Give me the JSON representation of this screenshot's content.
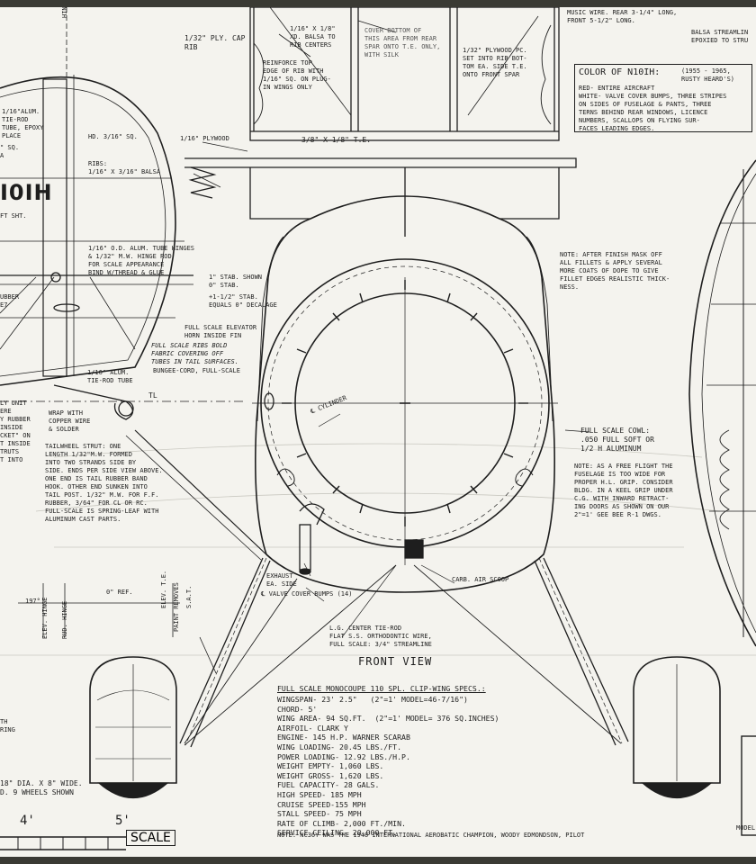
{
  "top_notes": {
    "ply_cap": "1/32\" PLY. CAP\nRIB",
    "rib_balsa": "1/16\" X 1/8\"\nXD. BALSA TO\nRIB CENTERS",
    "reinforce": "REINFORCE TOP\nEDGE OF RIB WITH\n1/16\" SQ. ON PLUG-\nIN WINGS ONLY",
    "cover_bottom": "COVER BOTTOM OF\nTHIS AREA FROM REAR\nSPAR ONTO T.E. ONLY,\nWITH SILK",
    "plywood_pc": "1/32\" PLYWOOD PC.\nSET INTO RIB BOT-\nTOM EA. SIDE T.E.\nONTO FRONT SPAR",
    "te": "3/8\" X 1/8\" T.E.",
    "music_wire": "MUSIC WIRE. REAR 3-1/4\" LONG,\nFRONT 5-1/2\" LONG.",
    "balsa_stream": "BALSA STREAMLIN\nEPOXIED TO STRU"
  },
  "color_box": {
    "heading": "COLOR OF N10IH:",
    "years": "(1955 - 1965,\nRUSTY HEARD'S)",
    "body": "RED- ENTIRE AIRCRAFT\nWHITE- VALVE COVER BUMPS, THREE STRIPES\nON SIDES OF FUSELAGE & PANTS, THREE\nTERNS BEHIND REAR WINDOWS, LICENCE\nNUMBERS, SCALLOPS ON FLYING SUR-\nFACES LEADING EDGES."
  },
  "left_notes": {
    "hinge": "HINGE",
    "alum_tube": "1/16\"ALUM.\nTIE-ROD\nTUBE, EPOXY\nPLACE",
    "sq": "\" SQ.\nA",
    "hd": "HD. 3/16\" SQ.",
    "plywood": "1/16\" PLYWOOD",
    "ribs": "RIBS:\n1/16\" X 3/16\" BALSA",
    "reg": "I0IH",
    "ft_sht": "FT SHT.",
    "hinges": "1/16\" O.D. ALUM. TUBE HINGES\n& 1/32\" M.W. HINGE ROD\nFOR SCALE APPEARANCE\nBIND W/THREAD & GLUE",
    "stab1": "1\" STAB. SHOWN\n0\" STAB.",
    "stab2": "+1-1/2\" STAB.\nEQUALS 0\" DECALAGE",
    "rubber": "UBBER\nE7",
    "elev_horn": "FULL SCALE ELEVATOR\nHORN INSIDE FIN",
    "ribs_bold": "FULL SCALE RIBS BOLD\nFABRIC COVERING OFF\nTUBES IN TAIL SURFACES.",
    "bungee": "BUNGEE-CORD, FULL-SCALE",
    "tie_rod_tube": "1/16\" ALUM.\nTIE-ROD TUBE",
    "tl": "TL",
    "unit": "LY UNIT\nERE\nY RUBBER\nINSIDE\nCKET\" ON\nT INSIDE\nTRUTS\nT INTO",
    "wrap": "WRAP WITH\nCOPPER WIRE\n& SOLDER",
    "tailwheel": "TAILWHEEL STRUT: ONE\nLENGTH 1/32\"M.W. FORMED\nINTO TWO STRANDS SIDE BY\nSIDE. ENDS PER SIDE VIEW ABOVE.\nONE END IS TAIL RUBBER BAND\nHOOK. OTHER END SUNKEN INTO\nTAIL POST. 1/32\" M.W. FOR F.F.\nRUBBER, 3/64\" FOR CL OR RC.\nFULL-SCALE IS SPRING-LEAF WITH\nALUMINUM CAST PARTS.",
    "ref": "0\" REF.",
    "ref_num": "197°",
    "elev_hinge": "ELEV. HINGE",
    "rud_hinge": "RUD. HINGE",
    "elev_te": "ELEV. T.E.",
    "paint": "PAINT REMOVES",
    "sat": "S.A.T.",
    "th": "TH\nRING",
    "wheels": "18\" DIA. X 8\" WIDE.\nD. 9 WHEELS SHOWN",
    "scale_4": "4'",
    "scale_5": "5'",
    "scale_label": "SCALE"
  },
  "right_notes": {
    "fillet": "NOTE: AFTER FINISH MASK OFF\nALL FILLETS & APPLY SEVERAL\nMORE COATS OF DOPE TO GIVE\nFILLET EDGES REALISTIC THICK-\nNESS.",
    "cowl": "FULL SCALE COWL:\n.050 FULL SOFT OR\n1/2 H ALUMINUM",
    "free_flight": "NOTE: AS A FREE FLIGHT THE\nFUSELAGE IS TOO WIDE FOR\nPROPER H.L. GRIP. CONSIDER\nBLDG. IN A KEEL GRIP UNDER\nC.G. WITH INWARD RETRACT-\nING DOORS AS SHOWN ON OUR\n2\"=1' GEE BEE R-1 DWGS.",
    "model_cut": "MODEL"
  },
  "center_notes": {
    "cylinder": "℄ CYLINDER",
    "exhaust": "EXHAUST\nEA. SIDE",
    "valve": "℄ VALVE COVER BUMPS (14)",
    "carb": "CARB. AIR SCOOP",
    "lg_tie": "L.G. CENTER TIE-ROD\nFLAT S.S. ORTHODONTIC WIRE,\nFULL SCALE: 3/4\" STREAMLINE",
    "front_view": "FRONT VIEW"
  },
  "specs": {
    "title": "FULL SCALE MONOCOUPE 110 SPL. CLIP-WING SPECS.:",
    "lines": [
      "WINGSPAN- 23' 2.5\"   (2\"=1' MODEL=46-7/16\")",
      "CHORD- 5'",
      "WING AREA- 94 SQ.FT.  (2\"=1' MODEL= 376 SQ.INCHES)",
      "AIRFOIL- CLARK Y",
      "ENGINE- 145 H.P. WARNER SCARAB",
      "WING LOADING- 20.45 LBS./FT.",
      "POWER LOADING- 12.92 LBS./H.P.",
      "WEIGHT EMPTY- 1,060 LBS.",
      "WEIGHT GROSS- 1,620 LBS.",
      "FUEL CAPACITY- 28 GALS.",
      "HIGH SPEED- 185 MPH",
      "CRUISE SPEED-155 MPH",
      "STALL SPEED- 75 MPH",
      "RATE OF CLIMB- 2,000 FT./MIN.",
      "SERVICE CEILING- 20,000 FT."
    ],
    "note": "NOTE: NC36Y WAS THE 1948 INTERNATIONAL AEROBATIC CHAMPION, WOODY EDMONDSON, PILOT"
  }
}
